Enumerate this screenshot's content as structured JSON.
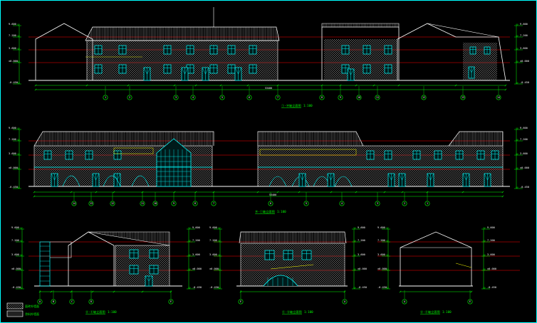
{
  "drawing": {
    "background": "#000000",
    "frame_color": "#00ffff",
    "line_colors": {
      "outline": "#ffffff",
      "dimension": "#00ff00",
      "window": "#00ffff",
      "datum": "#ff0000",
      "callout": "#ffff00"
    }
  },
  "views": [
    {
      "id": "v1",
      "title": "①-⑭轴立面图",
      "scale": "1:100",
      "total_dim": "53400",
      "axes": [
        "1",
        "2",
        "3",
        "4",
        "5",
        "6",
        "7",
        "8",
        "9",
        "10",
        "11",
        "12",
        "13",
        "14"
      ]
    },
    {
      "id": "v2",
      "title": "⑭-①轴立面图",
      "scale": "1:100",
      "total_dim": "53400",
      "axes": [
        "14",
        "13",
        "12",
        "11",
        "10",
        "9",
        "8",
        "7",
        "6",
        "5",
        "4",
        "3",
        "2",
        "1"
      ]
    },
    {
      "id": "v3",
      "title": "Ⓐ-Ⓔ轴立面图",
      "scale": "1:100",
      "total_dim": "",
      "axes": [
        "A",
        "B",
        "C",
        "D",
        "E"
      ]
    },
    {
      "id": "v4",
      "title": "Ⓔ-Ⓐ轴立面图",
      "scale": "1:100",
      "total_dim": "",
      "axes": [
        "E",
        "A"
      ]
    },
    {
      "id": "v5",
      "title": "Ⓐ-Ⓔ轴立面图",
      "scale": "1:100",
      "total_dim": "",
      "axes": [
        "A",
        "E"
      ]
    }
  ],
  "levels": [
    "9.600",
    "7.200",
    "3.600",
    "±0.000",
    "-0.450"
  ],
  "legend": [
    {
      "label": "面砖外墙面",
      "pattern": "crosshatch"
    },
    {
      "label": "涂料外墙面",
      "pattern": "vertical-lines"
    }
  ]
}
